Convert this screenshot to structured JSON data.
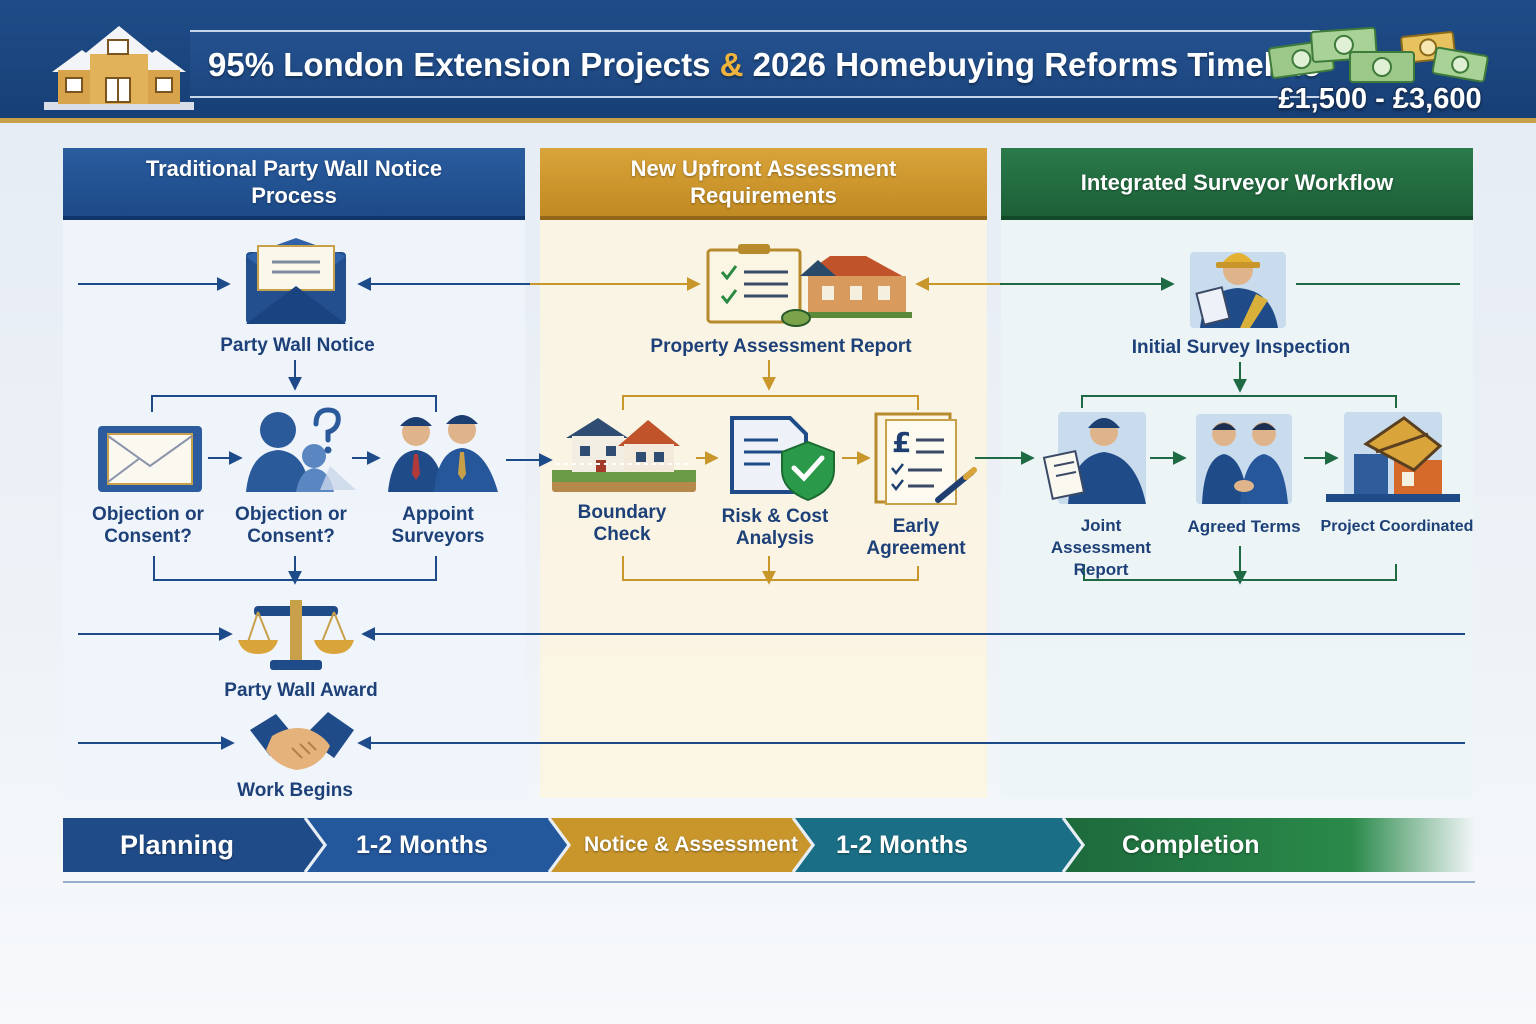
{
  "header": {
    "title_part1": "95% London Extension Projects",
    "title_amp": "&",
    "title_part2": "2026 Homebuying Reforms Timeline",
    "cost_range": "£1,500 - £3,600"
  },
  "colors": {
    "blue": "#1d4a88",
    "gold": "#c9962c",
    "green": "#1d6038",
    "teal": "#1a6f86"
  },
  "panels": [
    {
      "title": "Traditional Party Wall Notice Process",
      "nodes": [
        "Party Wall Notice",
        "Objection or Consent?",
        "Objection or Consent?",
        "Appoint Surveyors",
        "Party Wall Award",
        "Work Begins"
      ]
    },
    {
      "title": "New Upfront Assessment Requirements",
      "nodes": [
        "Property Assessment Report",
        "Boundary Check",
        "Risk & Cost Analysis",
        "Early Agreement"
      ]
    },
    {
      "title": "Integrated Surveyor Workflow",
      "nodes": [
        "Initial Survey Inspection",
        "Joint Assessment Report",
        "Agreed Terms",
        "Project Coordinated"
      ]
    }
  ],
  "icons": {
    "logo": "houses-icon",
    "money": "banknotes-icon",
    "notice": "envelope-icon",
    "objection": "envelope-icon",
    "consent": "question-person-icon",
    "surveyors": "surveyors-icon",
    "award": "scales-icon",
    "work": "handshake-icon",
    "report": "checklist-house-icon",
    "boundary": "house-icon",
    "risk": "shield-check-icon",
    "agreement": "pound-document-icon",
    "survey": "hardhat-surveyor-icon",
    "joint": "surveyor-clipboard-icon",
    "agreed": "two-men-handshake-icon",
    "project": "construction-icon"
  },
  "timeline": [
    {
      "label": "Planning"
    },
    {
      "label": "1-2 Months"
    },
    {
      "label": "Notice & Assessment"
    },
    {
      "label": "1-2 Months"
    },
    {
      "label": "Completion"
    }
  ]
}
